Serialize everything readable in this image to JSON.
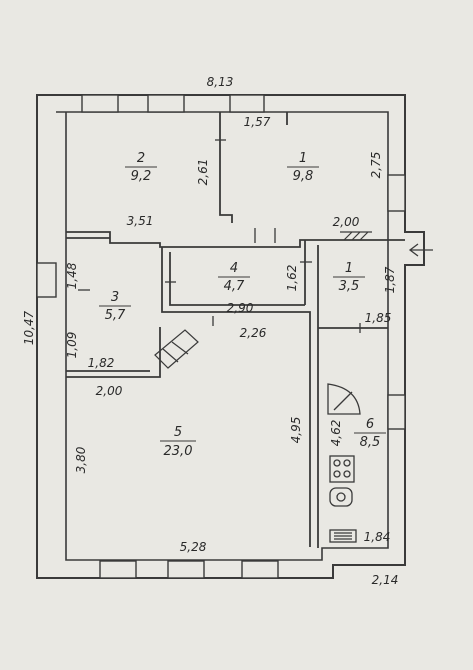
{
  "rooms": [
    {
      "number": "2",
      "area": "9,2"
    },
    {
      "number": "1",
      "area": "9,8"
    },
    {
      "number": "4",
      "area": "4,7"
    },
    {
      "number": "1",
      "area": "3,5"
    },
    {
      "number": "3",
      "area": "5,7"
    },
    {
      "number": "5",
      "area": "23,0"
    },
    {
      "number": "6",
      "area": "8,5"
    }
  ],
  "dimensions": [
    "8,13",
    "1,57",
    "2,61",
    "2,75",
    "3,51",
    "2,00",
    "1,48",
    "1,62",
    "1,87",
    "2,90",
    "2,26",
    "1,85",
    "10,47",
    "1,09",
    "1,82",
    "2,00",
    "3,80",
    "4,95",
    "4,62",
    "5,28",
    "1,84",
    "2,14"
  ],
  "icons": [
    "stair-symbol",
    "stove-icon",
    "sink-icon",
    "radiator-icon",
    "entry-arrow-icon"
  ]
}
